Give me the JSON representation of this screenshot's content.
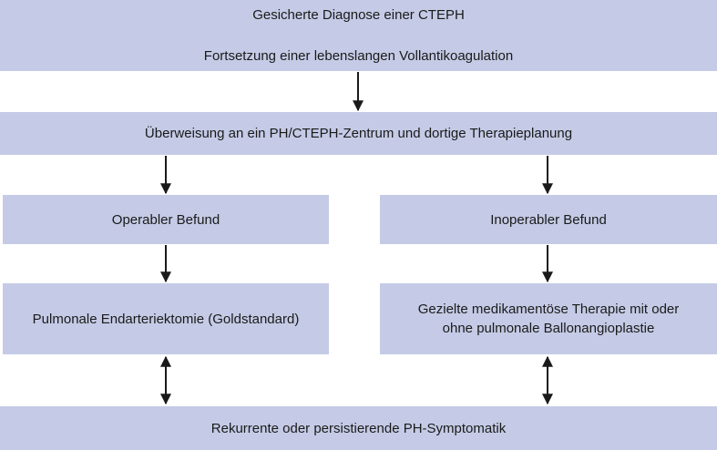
{
  "diagram": {
    "box1": {
      "line1": "Gesicherte Diagnose einer CTEPH",
      "line2": "Fortsetzung einer lebenslangen Vollantikoagulation"
    },
    "box2": {
      "text": "Überweisung an ein PH/CTEPH-Zentrum und dortige Therapieplanung"
    },
    "box3": {
      "text": "Operabler Befund"
    },
    "box4": {
      "text": "Inoperabler Befund"
    },
    "box5": {
      "text": "Pulmonale Endarteriektomie (Goldstandard)"
    },
    "box6": {
      "line1": "Gezielte medikamentöse Therapie mit oder",
      "line2": "ohne pulmonale Ballonangioplastie"
    },
    "box7": {
      "text": "Rekurrente oder persistierende PH-Symptomatik"
    }
  },
  "colors": {
    "box_fill": "#c5cbe6",
    "arrow": "#1a1a1a",
    "text": "#1a1a1a"
  }
}
